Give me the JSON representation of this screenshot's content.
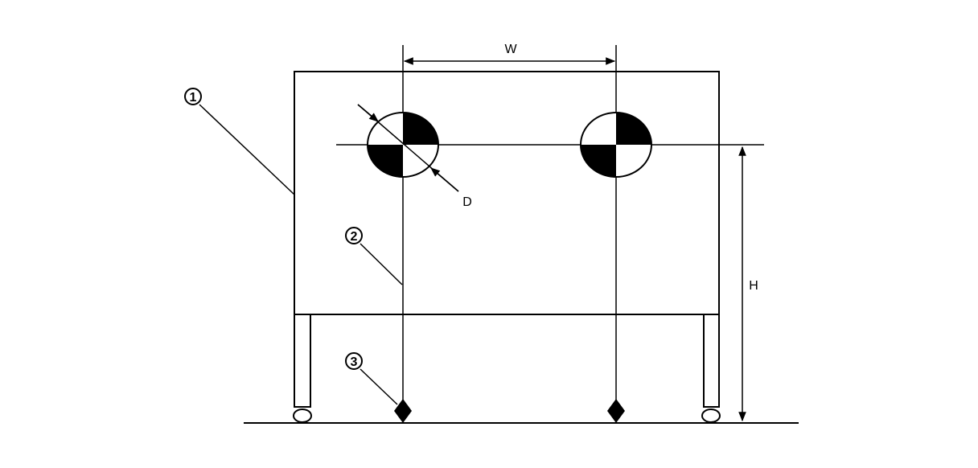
{
  "diagram": {
    "dimension_labels": {
      "width": "W",
      "diameter": "D",
      "height": "H"
    },
    "callouts": [
      {
        "number": "1"
      },
      {
        "number": "2"
      },
      {
        "number": "3"
      }
    ],
    "colors": {
      "line": "#000000",
      "background": "#ffffff"
    }
  }
}
